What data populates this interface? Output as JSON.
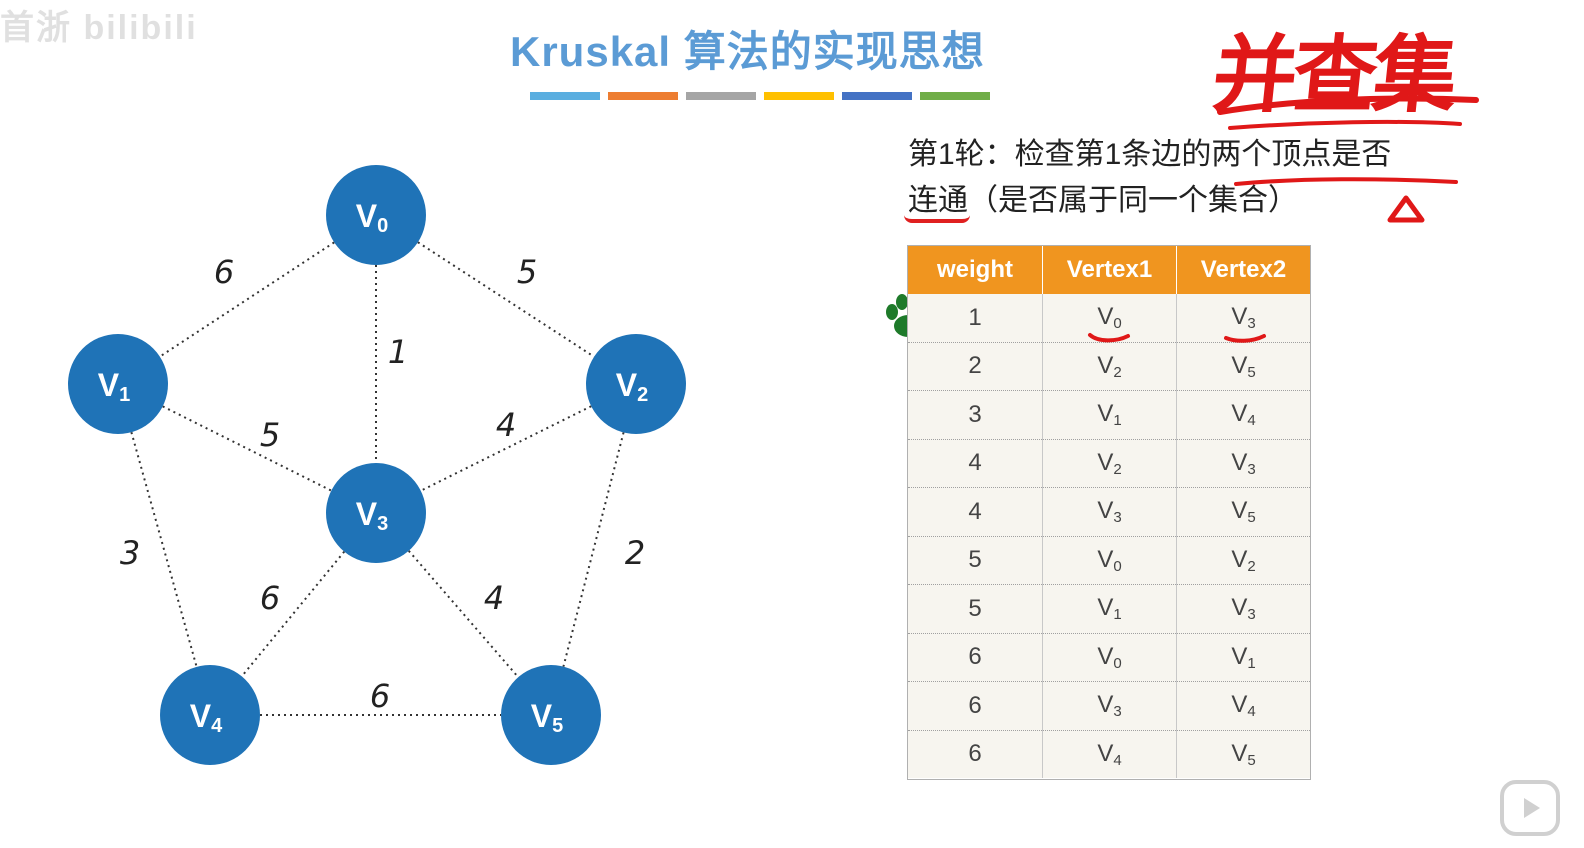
{
  "title": "Kruskal 算法的实现思想",
  "watermark_text": "首浙 bilibili",
  "handwritten_note": "并查集",
  "title_bar_colors": [
    "#5aaee0",
    "#ed7d31",
    "#a5a5a5",
    "#ffc000",
    "#4472c4",
    "#70ad47"
  ],
  "description": {
    "part1": "第1轮：检查第1条边的两个顶点是否",
    "part2_underlined": "连通",
    "part3": "（是否属于同一个集合）"
  },
  "graph": {
    "node_color": "#1f73b7",
    "nodes": [
      {
        "id": "v0",
        "label": "V",
        "sub": "0"
      },
      {
        "id": "v1",
        "label": "V",
        "sub": "1"
      },
      {
        "id": "v2",
        "label": "V",
        "sub": "2"
      },
      {
        "id": "v3",
        "label": "V",
        "sub": "3"
      },
      {
        "id": "v4",
        "label": "V",
        "sub": "4"
      },
      {
        "id": "v5",
        "label": "V",
        "sub": "5"
      }
    ],
    "edges": [
      {
        "from": "v0",
        "to": "v1",
        "weight": "6"
      },
      {
        "from": "v0",
        "to": "v2",
        "weight": "5"
      },
      {
        "from": "v0",
        "to": "v3",
        "weight": "1"
      },
      {
        "from": "v1",
        "to": "v3",
        "weight": "5"
      },
      {
        "from": "v2",
        "to": "v3",
        "weight": "4"
      },
      {
        "from": "v1",
        "to": "v4",
        "weight": "3"
      },
      {
        "from": "v2",
        "to": "v5",
        "weight": "2"
      },
      {
        "from": "v3",
        "to": "v4",
        "weight": "6"
      },
      {
        "from": "v3",
        "to": "v5",
        "weight": "4"
      },
      {
        "from": "v4",
        "to": "v5",
        "weight": "6"
      }
    ]
  },
  "table": {
    "headers": [
      "weight",
      "Vertex1",
      "Vertex2"
    ],
    "header_color": "#f0951f",
    "rows": [
      {
        "weight": "1",
        "v1": "V",
        "v1_sub": "0",
        "v2": "V",
        "v2_sub": "3"
      },
      {
        "weight": "2",
        "v1": "V",
        "v1_sub": "2",
        "v2": "V",
        "v2_sub": "5"
      },
      {
        "weight": "3",
        "v1": "V",
        "v1_sub": "1",
        "v2": "V",
        "v2_sub": "4"
      },
      {
        "weight": "4",
        "v1": "V",
        "v1_sub": "2",
        "v2": "V",
        "v2_sub": "3"
      },
      {
        "weight": "4",
        "v1": "V",
        "v1_sub": "3",
        "v2": "V",
        "v2_sub": "5"
      },
      {
        "weight": "5",
        "v1": "V",
        "v1_sub": "0",
        "v2": "V",
        "v2_sub": "2"
      },
      {
        "weight": "5",
        "v1": "V",
        "v1_sub": "1",
        "v2": "V",
        "v2_sub": "3"
      },
      {
        "weight": "6",
        "v1": "V",
        "v1_sub": "0",
        "v2": "V",
        "v2_sub": "1"
      },
      {
        "weight": "6",
        "v1": "V",
        "v1_sub": "3",
        "v2": "V",
        "v2_sub": "4"
      },
      {
        "weight": "6",
        "v1": "V",
        "v1_sub": "4",
        "v2": "V",
        "v2_sub": "5"
      }
    ]
  },
  "icons": {
    "row_marker": "paw-icon",
    "player": "play-icon"
  },
  "annotation_color": "#e01818"
}
